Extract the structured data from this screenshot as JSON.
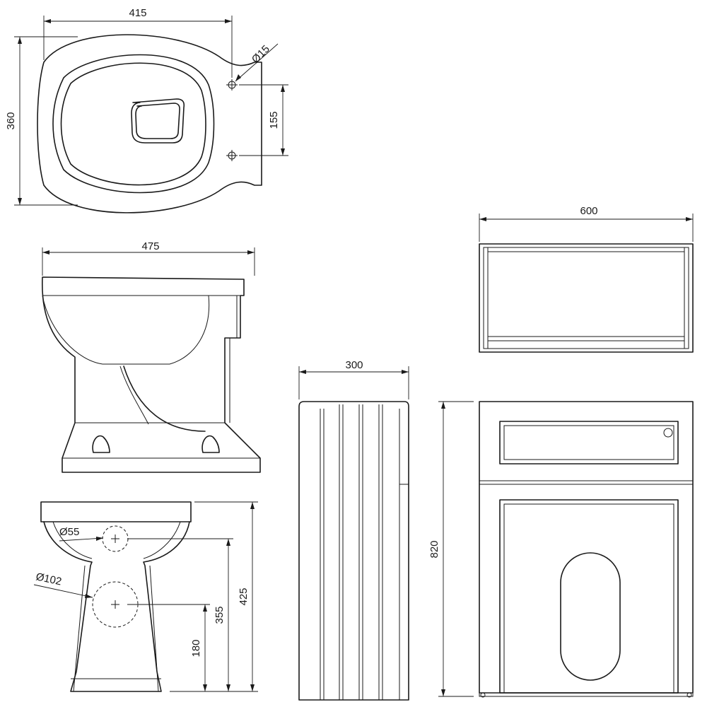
{
  "dimensions": {
    "top_width": "415",
    "top_depth": "360",
    "pipe_diameter": "Ø15",
    "fixing_spacing": "155",
    "side_depth": "475",
    "panel_depth": "300",
    "cistern_width": "600",
    "height": "820",
    "inlet_diameter": "Ø55",
    "outlet_diameter": "Ø102",
    "inlet_height": "355",
    "outlet_height": "180",
    "pan_height": "425"
  },
  "colors": {
    "line": "#1a1a1a",
    "background": "#ffffff"
  }
}
